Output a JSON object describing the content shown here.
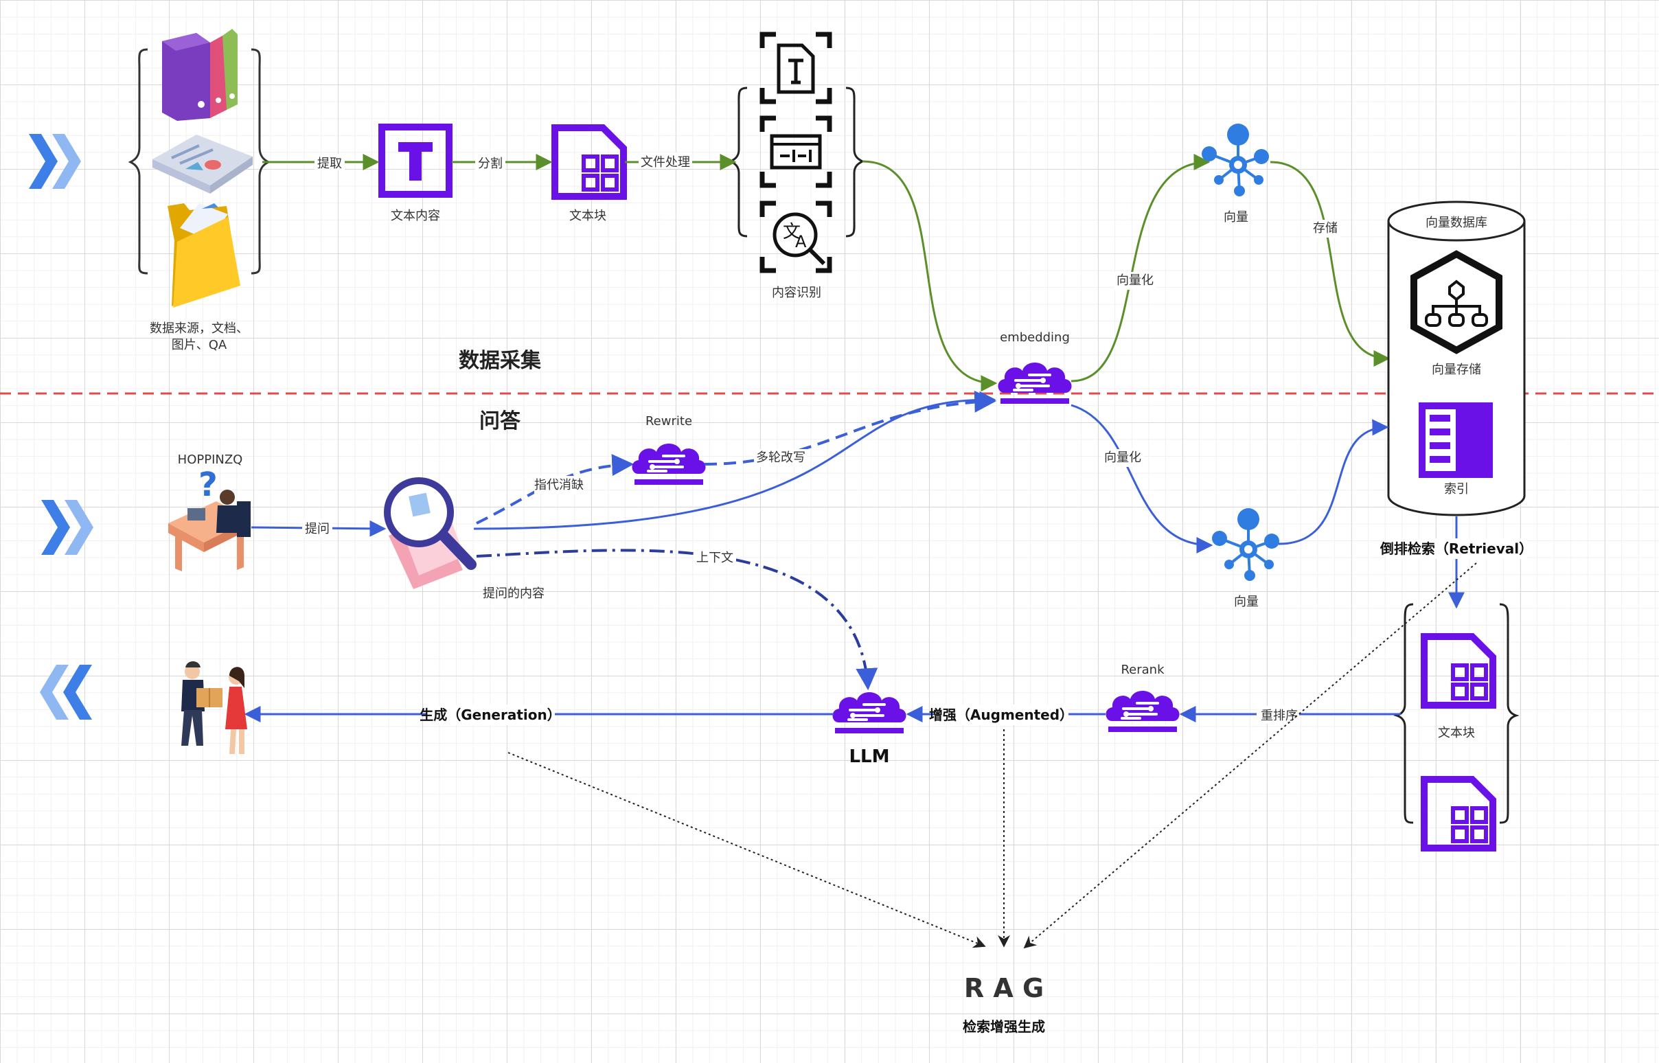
{
  "sections": {
    "top": "数据采集",
    "bottom": "问答"
  },
  "sources": {
    "caption_1": "数据来源，文档、",
    "caption_2": "图片、QA"
  },
  "nodes": {
    "text_content": "文本内容",
    "text_chunk": "文本块",
    "content_recognition": "内容识别",
    "embedding": "embedding",
    "vector_top": "向量",
    "vector_bottom": "向量",
    "vector_db": "向量数据库",
    "vector_store": "向量存储",
    "index": "索引",
    "user": "HOPPINZQ",
    "query_content": "提问的内容",
    "rewrite": "Rewrite",
    "llm": "LLM",
    "rerank": "Rerank",
    "chunk_right": "文本块",
    "rag": "R A G",
    "rag_caption": "检索增强生成"
  },
  "edges": {
    "extract": "提取",
    "split": "分割",
    "file_processing": "文件处理",
    "vectorize_top": "向量化",
    "store": "存储",
    "ask": "提问",
    "coreference": "指代消缺",
    "multi_turn": "多轮改写",
    "vectorize_bottom": "向量化",
    "context": "上下文",
    "retrieval": "倒排检索（Retrieval）",
    "rerank_edge": "重排序",
    "augmented": "增强（Augmented）",
    "generation": "生成（Generation）"
  },
  "colors": {
    "green_line": "#5b8f2a",
    "blue_line": "#3a5fd9",
    "purple_icon": "#6a11e8",
    "blue_icon": "#2f7de1",
    "red_divider": "#e24b4b"
  }
}
